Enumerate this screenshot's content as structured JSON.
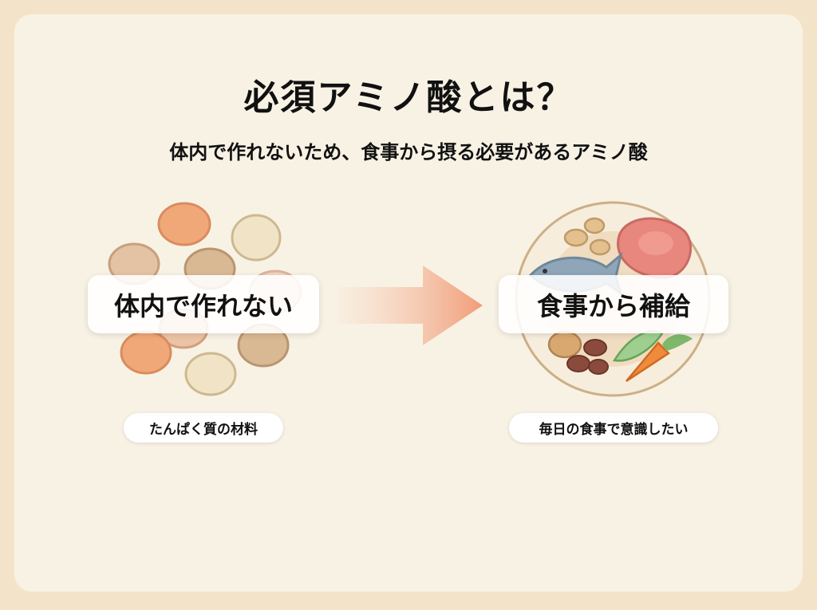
{
  "title": "必須アミノ酸とは？",
  "subtitle": "体内で作れないため、食事から摂る必要があるアミノ酸",
  "left": {
    "label": "体内で作れない",
    "caption": "たんぱく質の材料",
    "icon": "amino-acid-eggs-icon"
  },
  "right": {
    "label": "食事から補給",
    "caption": "毎日の食事で意識したい",
    "icon": "food-plate-icon"
  },
  "colors": {
    "background": "#f3e4c9",
    "card": "#f8f2e5",
    "arrow": "#f1a27e"
  }
}
